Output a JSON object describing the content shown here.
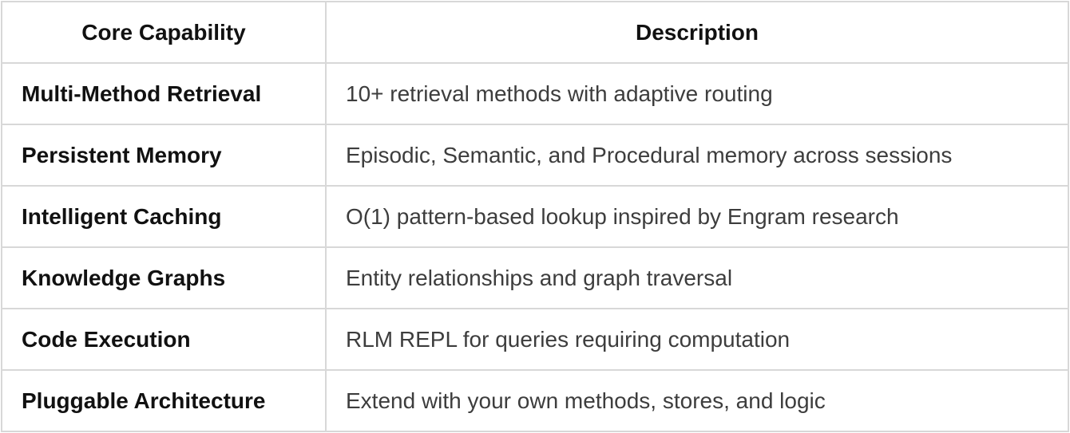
{
  "table": {
    "columns": [
      {
        "label": "Core Capability"
      },
      {
        "label": "Description"
      }
    ],
    "rows": [
      {
        "capability": "Multi-Method Retrieval",
        "description": "10+ retrieval methods with adaptive routing"
      },
      {
        "capability": "Persistent Memory",
        "description": "Episodic, Semantic, and Procedural memory across sessions"
      },
      {
        "capability": "Intelligent Caching",
        "description": "O(1) pattern-based lookup inspired by Engram research"
      },
      {
        "capability": "Knowledge Graphs",
        "description": "Entity relationships and graph traversal"
      },
      {
        "capability": "Code Execution",
        "description": "RLM REPL for queries requiring computation"
      },
      {
        "capability": "Pluggable Architecture",
        "description": "Extend with your own methods, stores, and logic"
      }
    ],
    "colors": {
      "border": "#d8d8d8",
      "heading_text": "#111111",
      "capability_text": "#111111",
      "description_text": "#3d3d3d",
      "background": "#ffffff"
    }
  }
}
